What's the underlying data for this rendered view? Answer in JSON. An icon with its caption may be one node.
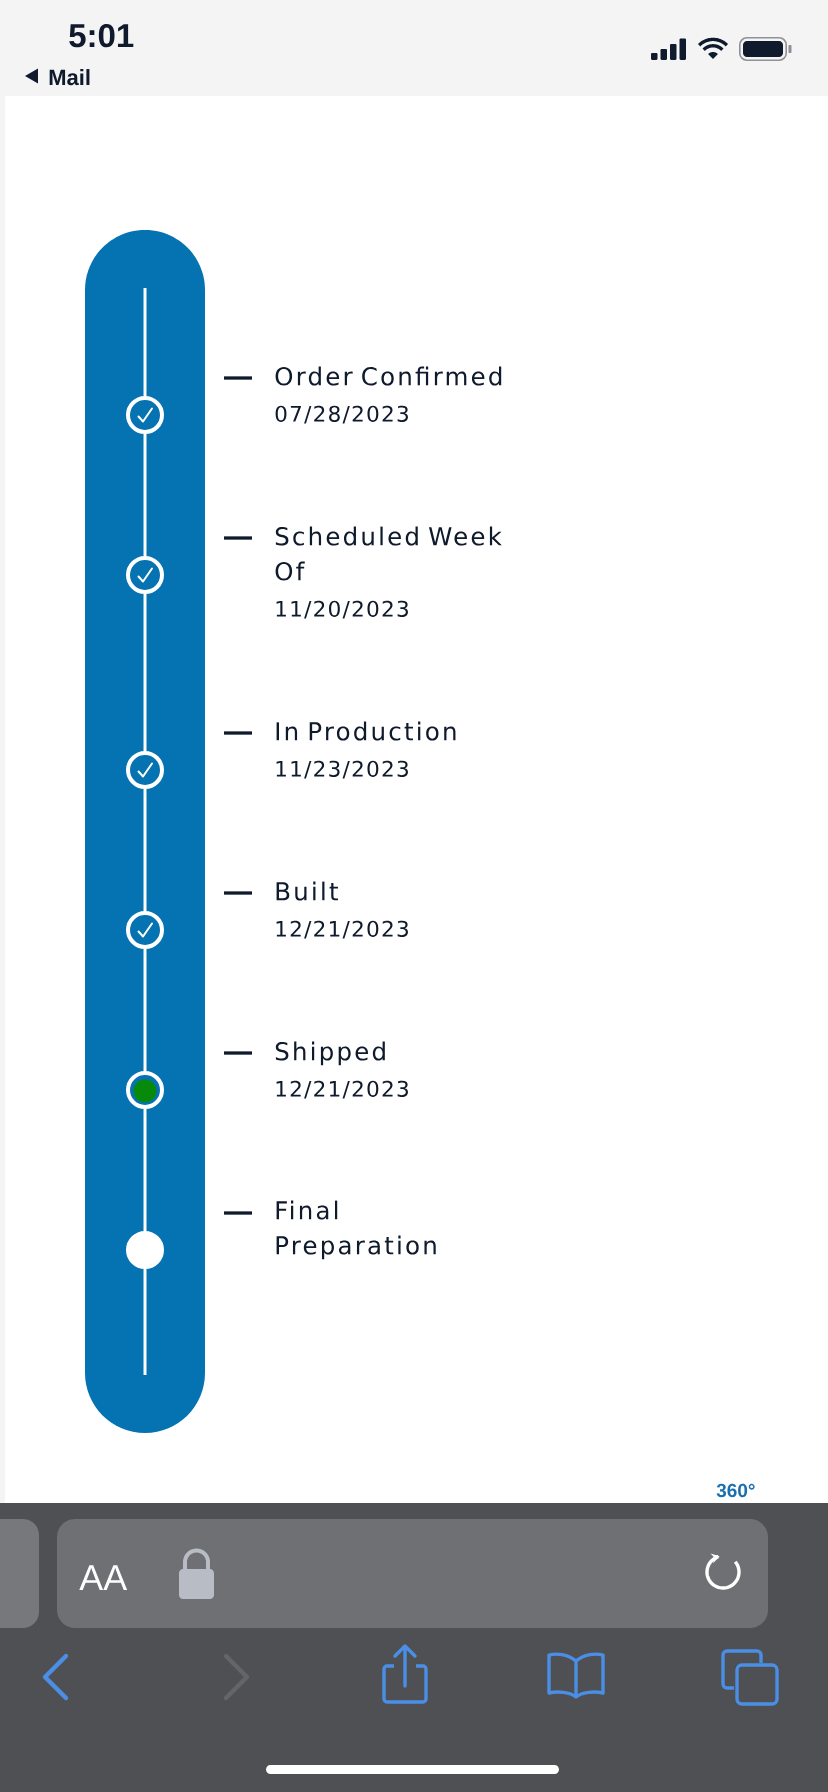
{
  "diagram": {
    "nodes": [
      {
        "text": [],
        "shape": "bar"
      },
      {
        "text": [],
        "shape": "circle",
        "in": 0,
        "beside": [
          "Order Confirmed",
          "07/28/2023"
        ]
      },
      {
        "text": [],
        "shape": "circle",
        "in": 0,
        "beside": [
          "Scheduled Week Of",
          "11/20/2023"
        ]
      },
      {
        "text": [],
        "shape": "circle",
        "in": 0,
        "beside": [
          "In Production",
          "11/23/2023"
        ]
      },
      {
        "text": [],
        "shape": "circle",
        "in": 0,
        "beside": [
          "Built",
          "12/21/2023"
        ]
      },
      {
        "text": [],
        "shape": "circle",
        "in": 0,
        "beside": [
          "Shipped",
          "12/21/2023"
        ]
      },
      {
        "text": [],
        "shape": "circle",
        "in": 0
      }
    ],
    "edges": [
      {
        "from": null,
        "to": 1,
        "arrow": "none"
      },
      {
        "from": 1,
        "to": 2,
        "arrow": "none"
      },
      {
        "from": 2,
        "to": 3,
        "arrow": "none"
      },
      {
        "from": 3,
        "to": 4,
        "arrow": "none"
      },
      {
        "from": 4,
        "to": 5,
        "arrow": "none"
      },
      {
        "from": 5,
        "to": 6,
        "arrow": "none"
      },
      {
        "from": 6,
        "to": null,
        "arrow": "none"
      }
    ],
    "labels": [
      "5:01",
      "Mail",
      "Final Preparation",
      "360°",
      "AA"
    ]
  }
}
